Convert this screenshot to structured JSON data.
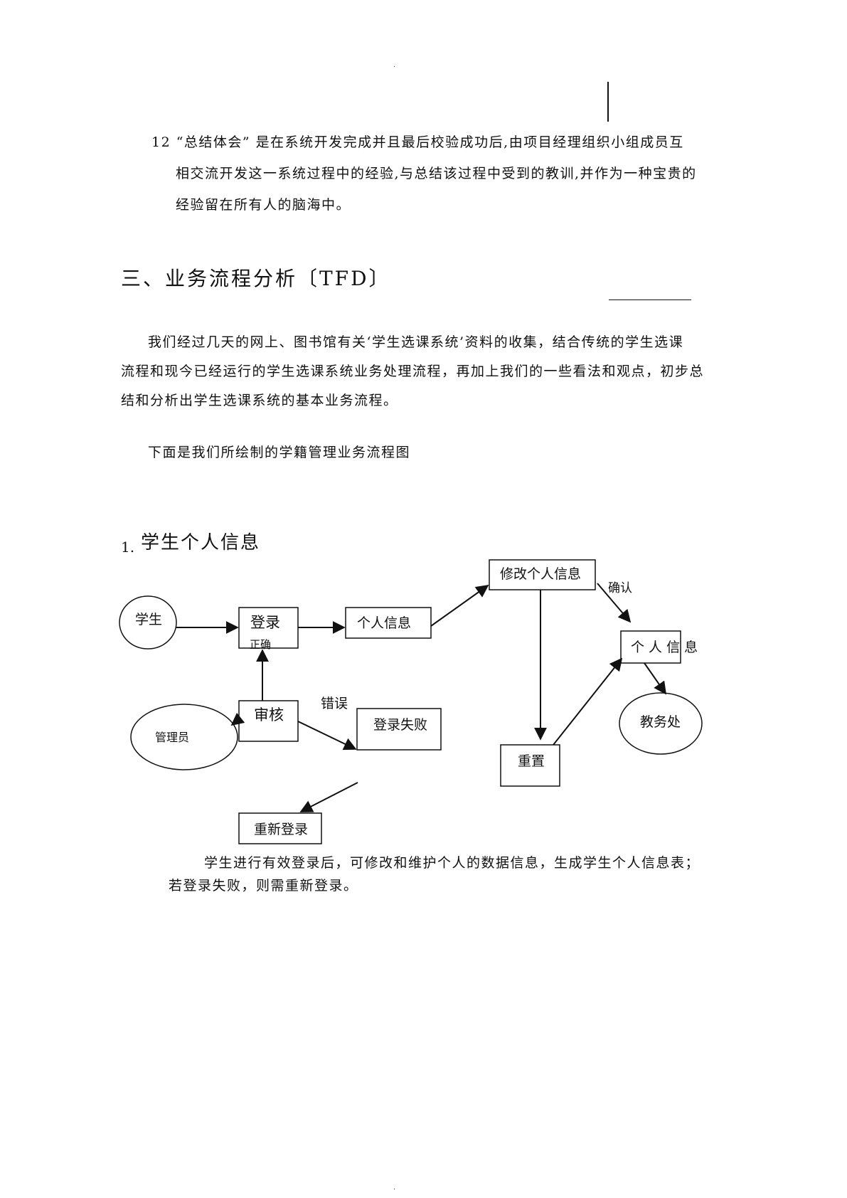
{
  "page": {
    "top_dot": ".",
    "bottom_dot": "."
  },
  "item12": {
    "line1": "12  “总结体会”  是在系统开发完成并且最后校验成功后,由项目经理组织小组成员互",
    "line2": "相交流开发这一系统过程中的经验,与总结该过程中受到的教训,并作为一种宝贵的",
    "line3": "经验留在所有人的脑海中。"
  },
  "section3": {
    "title": "三、业务流程分析〔TFD〕",
    "intro_line1": "我们经过几天的网上、图书馆有关‘学生选课系统’资料的收集，结合传统的学生选课",
    "intro_line2": "流程和现今已经运行的学生选课系统业务处理流程，再加上我们的一些看法和观点，初步总",
    "intro_line3": "结和分析出学生选课系统的基本业务流程。",
    "lead": "下面是我们所绘制的学籍管理业务流程图"
  },
  "subsection": {
    "number": "1.",
    "title": "学生个人信息"
  },
  "diagram": {
    "student": "学生",
    "login": "登录",
    "correct": "正确",
    "personal_info": "个人信息",
    "modify_info": "修改个人信息",
    "confirm": "确认",
    "personal_info_2": "个 人 信 息",
    "admin": "管理员",
    "audit": "审核",
    "error": "错误",
    "login_failed": "登录失败",
    "reset": "重置",
    "academic_office": "教务处",
    "relogin": "重新登录"
  },
  "caption": {
    "line1": "学生进行有效登录后，可修改和维护个人的数据信息，生成学生个人信息表；",
    "line2": "若登录失败，则需重新登录。"
  }
}
